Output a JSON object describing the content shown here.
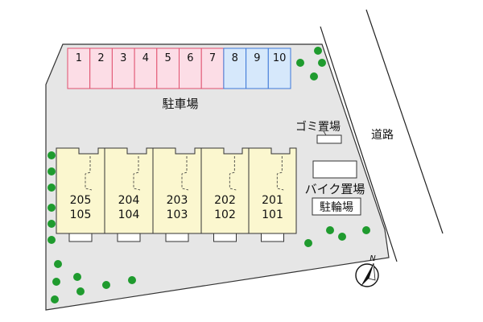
{
  "parking_label": "駐車場",
  "parking_spaces_pink": [
    "1",
    "2",
    "3",
    "4",
    "5",
    "6",
    "7"
  ],
  "parking_spaces_blue": [
    "8",
    "9",
    "10"
  ],
  "garbage_label": "ゴミ置場",
  "road_label": "道路",
  "bike_label": "バイク置場",
  "bicycle_label": "駐輪場",
  "units": [
    {
      "upper": "205",
      "lower": "105"
    },
    {
      "upper": "204",
      "lower": "104"
    },
    {
      "upper": "203",
      "lower": "103"
    },
    {
      "upper": "202",
      "lower": "102"
    },
    {
      "upper": "201",
      "lower": "101"
    }
  ],
  "north_label": "N",
  "colors": {
    "ground": "#e6e6e6",
    "parking_pink": "#fcdde6",
    "parking_pink_line": "#e0506e",
    "parking_blue": "#d6e8fb",
    "parking_blue_line": "#3d78d8",
    "building": "#fbf7cf",
    "tree": "#1f9b2e"
  }
}
